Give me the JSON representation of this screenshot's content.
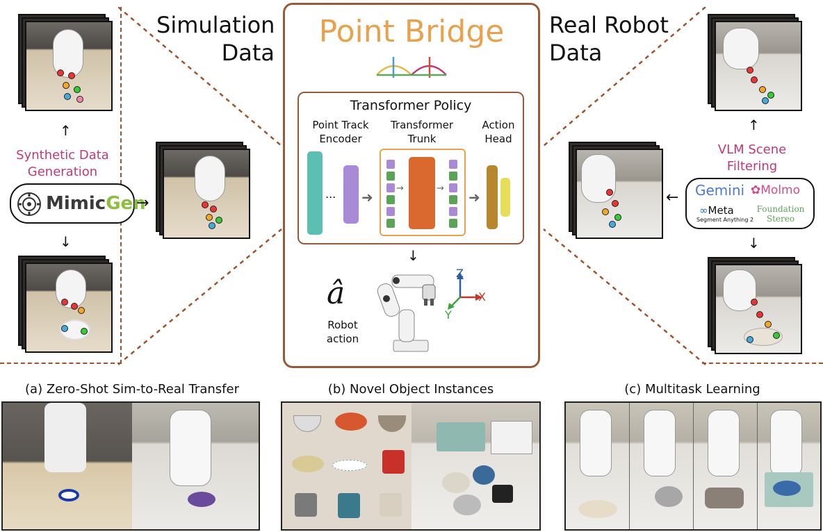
{
  "left": {
    "title_line1": "Simulation",
    "title_line2": "Data",
    "gen_line1": "Synthetic Data",
    "gen_line2": "Generation",
    "mimicgen_prefix": "Mimic",
    "mimicgen_suffix": "Gen"
  },
  "center": {
    "title": "Point Bridge",
    "policy_title": "Transformer Policy",
    "encoder_line1": "Point Track",
    "encoder_line2": "Encoder",
    "trunk_line1": "Transformer",
    "trunk_line2": "Trunk",
    "head_line1": "Action",
    "head_line2": "Head",
    "ellipsis": "...",
    "action_symbol": "â",
    "action_line1": "Robot",
    "action_line2": "action",
    "axis_x": "X",
    "axis_y": "Y",
    "axis_z": "Z"
  },
  "right": {
    "title_line1": "Real Robot",
    "title_line2": "Data",
    "vlm_line1": "VLM Scene",
    "vlm_line2": "Filtering",
    "gemini": "Gemini",
    "molmo": "Molmo",
    "meta": "Meta",
    "sam": "Segment Anything 2",
    "fs_line1": "Foundation",
    "fs_line2": "Stereo"
  },
  "bottom": {
    "caption_a": "(a) Zero-Shot Sim-to-Real Transfer",
    "caption_b": "(b) Novel Object Instances",
    "caption_c": "(c) Multitask Learning"
  },
  "colors": {
    "accent_orange": "#e8a24e",
    "border_brown": "#9a5a3a",
    "pink": "#c2387a",
    "teal": "#5dbfb1",
    "purple": "#a98ad6",
    "green": "#5ca35a",
    "orange_block": "#d9692f",
    "mustard": "#b8862f",
    "yellow": "#e6dd5a"
  },
  "icons": [
    "gear-icon",
    "meta-infinity-icon",
    "molmo-flower-icon",
    "bridge-logo-icon"
  ]
}
